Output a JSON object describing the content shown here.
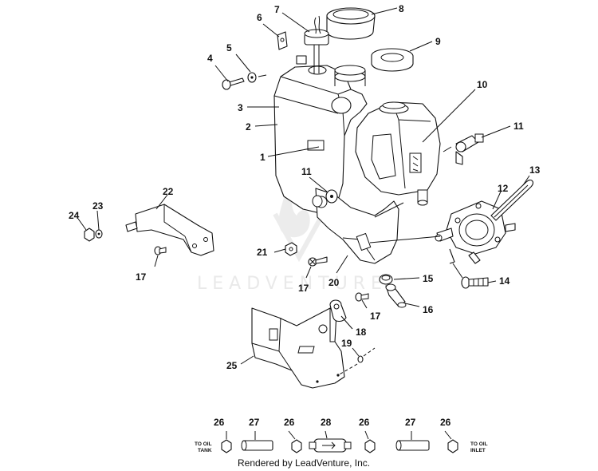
{
  "callouts": {
    "c1": "1",
    "c2": "2",
    "c3": "3",
    "c4": "4",
    "c5": "5",
    "c6": "6",
    "c7": "7",
    "c8": "8",
    "c9": "9",
    "c10": "10",
    "c11a": "11",
    "c11b": "11",
    "c12": "12",
    "c13": "13",
    "c14": "14",
    "c15": "15",
    "c16": "16",
    "c17a": "17",
    "c17b": "17",
    "c17c": "17",
    "c18": "18",
    "c19": "19",
    "c20": "20",
    "c21": "21",
    "c22": "22",
    "c23": "23",
    "c24": "24",
    "c25": "25",
    "hose26a": "26",
    "hose27a": "27",
    "hose26b": "26",
    "hose28": "28",
    "hose26c": "26",
    "hose27b": "27",
    "hose26d": "26"
  },
  "hose_labels": {
    "to_oil_tank_1": "TO OIL",
    "to_oil_tank_2": "TANK",
    "to_oil_inlet_1": "TO OIL",
    "to_oil_inlet_2": "INLET"
  },
  "watermark": "LEADVENTURE",
  "credit": "Rendered by LeadVenture, Inc."
}
